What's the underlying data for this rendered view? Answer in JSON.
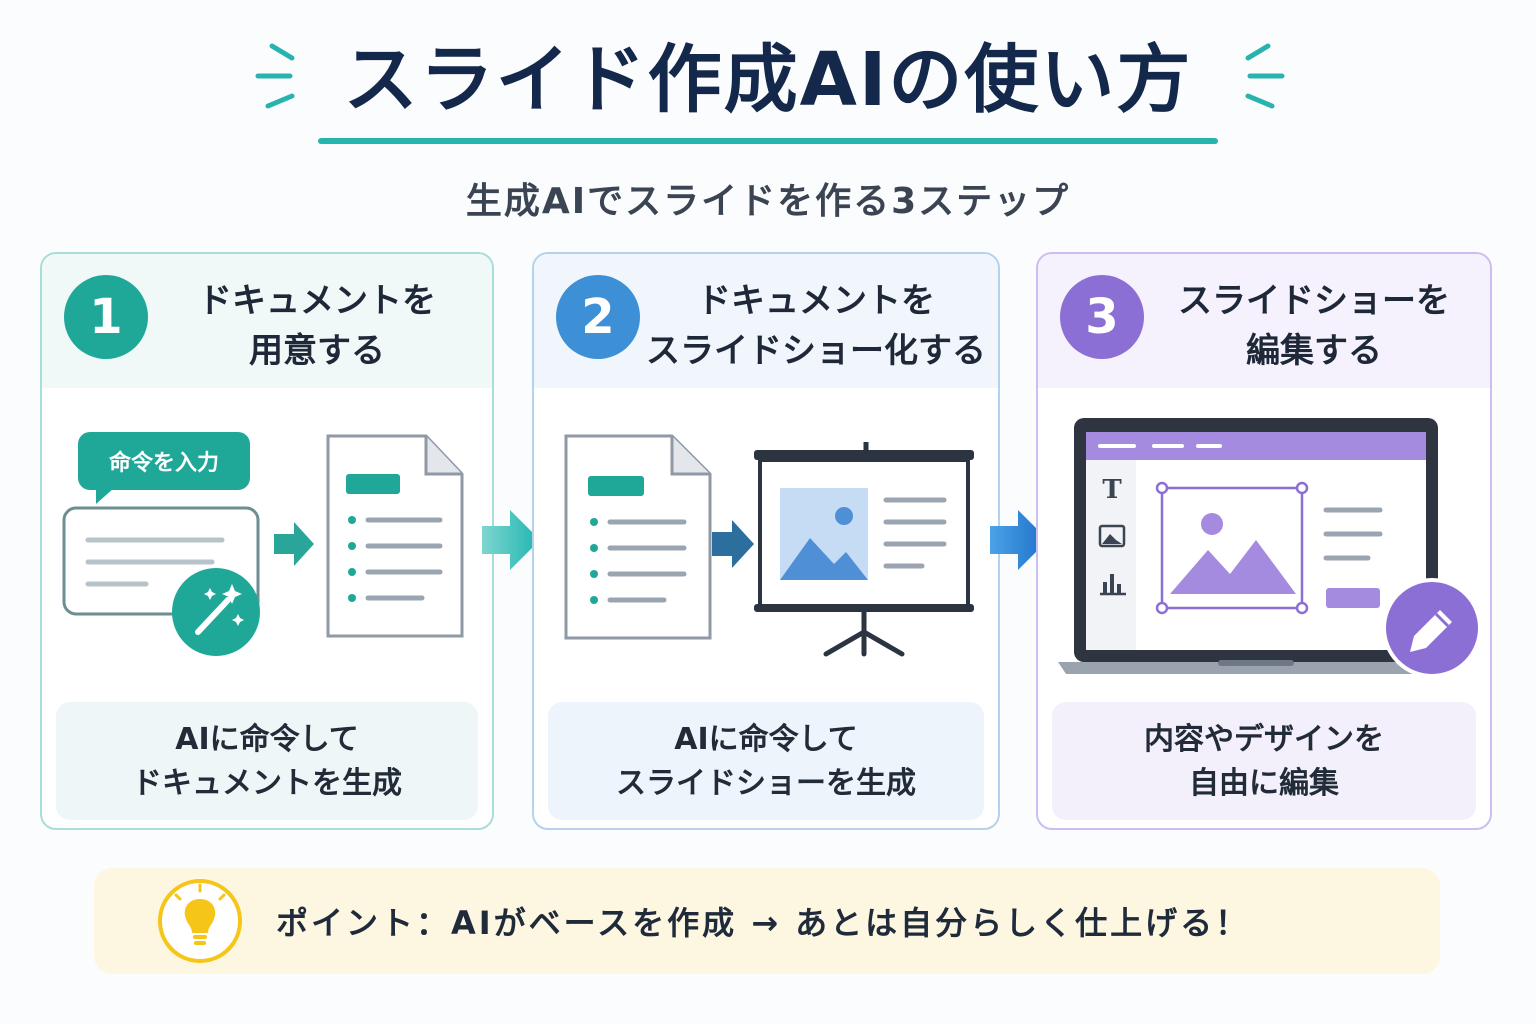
{
  "title": "スライド作成AIの使い方",
  "subtitle": "生成AIでスライドを作る3ステップ",
  "colors": {
    "teal": "#1fa898",
    "blue": "#3d8fd6",
    "purple": "#8c6fd4",
    "title_navy": "#13284a",
    "accent_line": "#27b3ae",
    "point_bg": "#fdf6e0"
  },
  "steps": [
    {
      "number": "1",
      "title": "ドキュメントを\n用意する",
      "prompt_bubble": "命令を入力",
      "description": "AIに命令して\nドキュメントを生成",
      "icons": [
        "chat-input-icon",
        "magic-wand-icon",
        "document-icon"
      ]
    },
    {
      "number": "2",
      "title": "ドキュメントを\nスライドショー化する",
      "description": "AIに命令して\nスライドショーを生成",
      "icons": [
        "document-icon",
        "presentation-screen-icon"
      ]
    },
    {
      "number": "3",
      "title": "スライドショーを\n編集する",
      "description": "内容やデザインを\n自由に編集",
      "editor_tools": [
        "T"
      ],
      "icons": [
        "laptop-editor-icon",
        "image-icon",
        "chart-icon",
        "pencil-icon"
      ]
    }
  ],
  "point": {
    "text": "ポイント：AIがベースを作成 → あとは自分らしく仕上げる！",
    "icon": "lightbulb-icon"
  }
}
